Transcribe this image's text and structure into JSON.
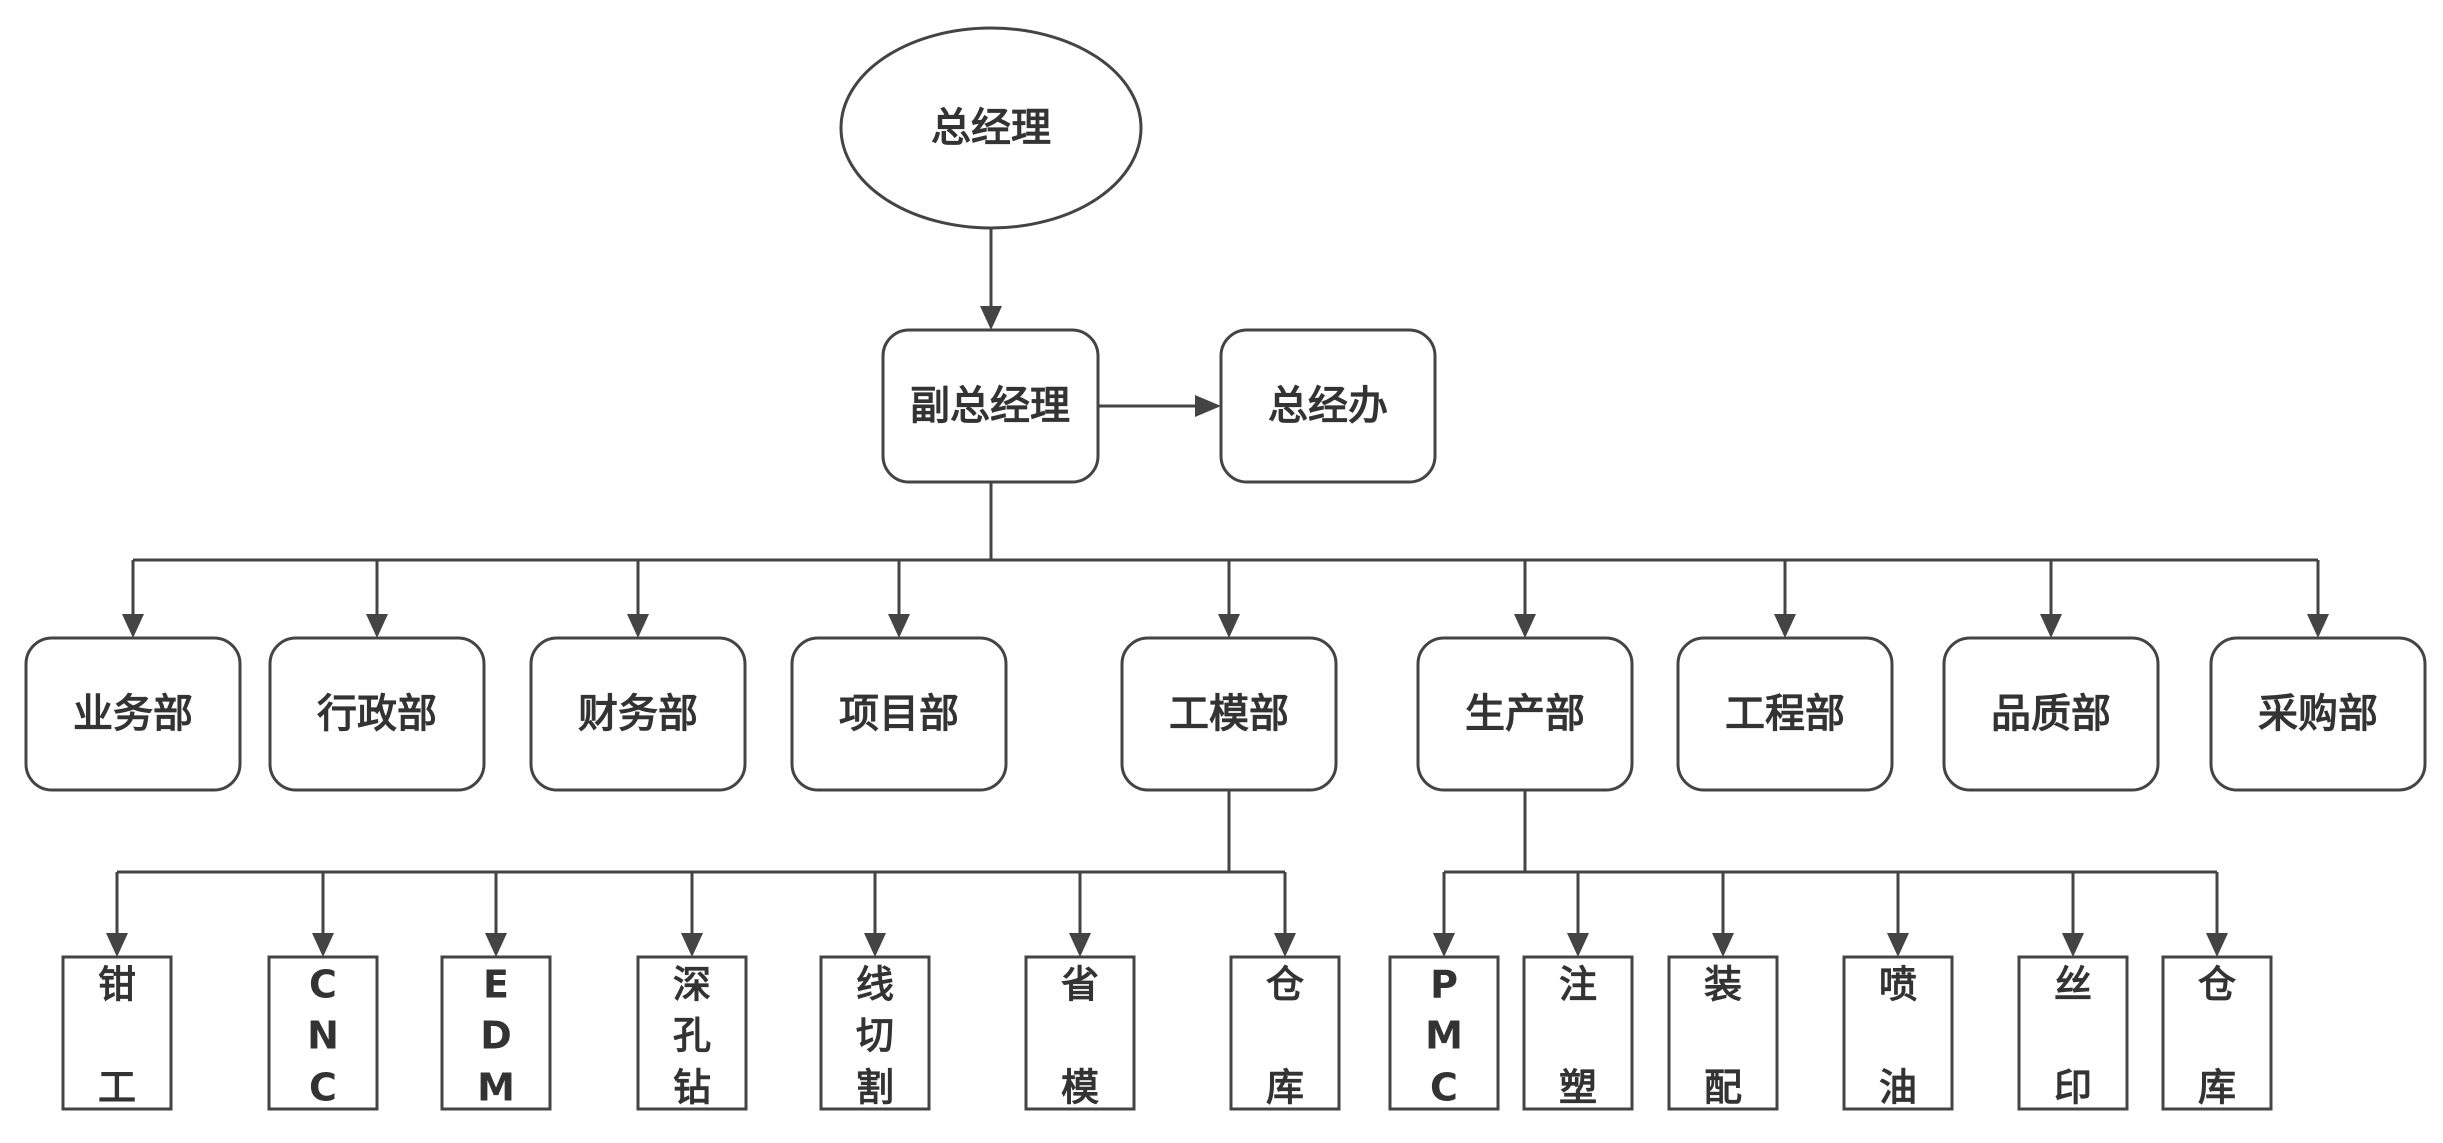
{
  "top": {
    "ceo": "总经理",
    "deputy": "副总经理",
    "office": "总经办"
  },
  "departments": [
    "业务部",
    "行政部",
    "财务部",
    "项目部",
    "工模部",
    "生产部",
    "工程部",
    "品质部",
    "采购部"
  ],
  "tooling_units": [
    [
      "钳",
      "",
      "工"
    ],
    [
      "C",
      "N",
      "C"
    ],
    [
      "E",
      "D",
      "M"
    ],
    [
      "深",
      "孔",
      "钻"
    ],
    [
      "线",
      "切",
      "割"
    ],
    [
      "省",
      "",
      "模"
    ],
    [
      "仓",
      "",
      "库"
    ]
  ],
  "production_units": [
    [
      "P",
      "M",
      "C"
    ],
    [
      "注",
      "",
      "塑"
    ],
    [
      "装",
      "",
      "配"
    ],
    [
      "喷",
      "",
      "油"
    ],
    [
      "丝",
      "",
      "印"
    ],
    [
      "仓",
      "",
      "库"
    ]
  ],
  "colors": {
    "line": "#444444",
    "text": "#333333",
    "background": "#ffffff"
  }
}
